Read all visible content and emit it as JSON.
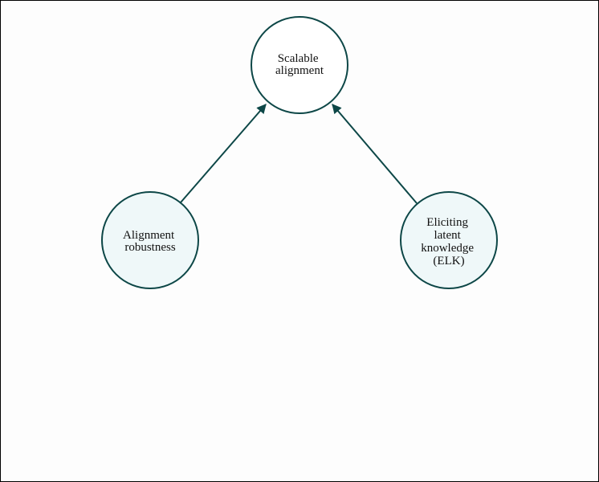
{
  "diagram": {
    "colors": {
      "stroke": "#0d4747",
      "top_fill": "#ffffff",
      "child_fill": "#eff8f9",
      "background": "#fdfdfd",
      "text": "#111111"
    },
    "nodes": {
      "scalable_alignment": {
        "lines": [
          "Scalable",
          "alignment"
        ]
      },
      "alignment_robustness": {
        "lines": [
          "Alignment",
          "robustness"
        ]
      },
      "elk": {
        "lines": [
          "Eliciting",
          "latent",
          "knowledge",
          "(ELK)"
        ]
      }
    },
    "edges": [
      {
        "from": "alignment_robustness",
        "to": "scalable_alignment"
      },
      {
        "from": "elk",
        "to": "scalable_alignment"
      }
    ]
  }
}
